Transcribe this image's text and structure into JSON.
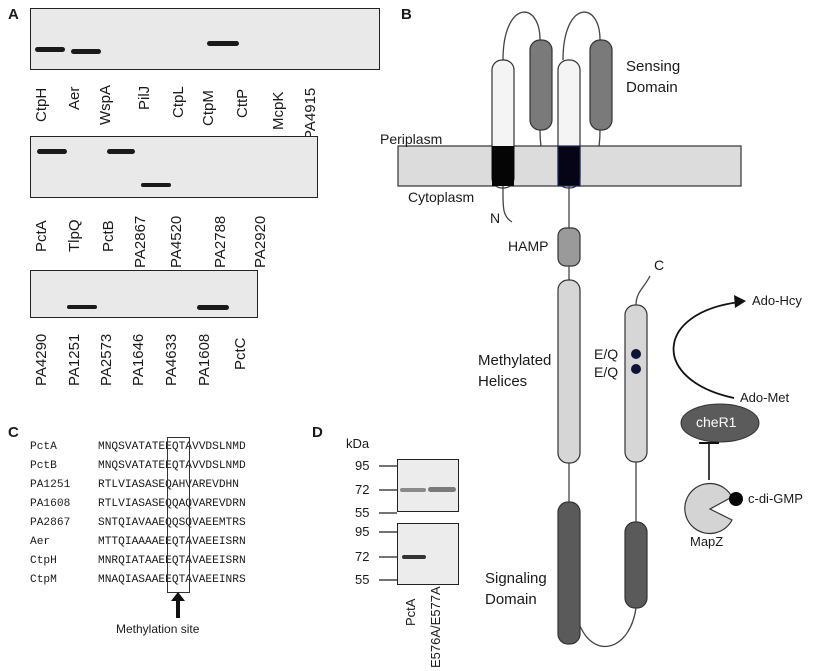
{
  "panels": {
    "A": {
      "letter": "A",
      "gel1_lanes": [
        "CtpH",
        "Aer",
        "WspA",
        "PilJ",
        "CtpL",
        "CtpM",
        "CttP",
        "McpK",
        "PA4915"
      ],
      "gel2_lanes": [
        "PctA",
        "TlpQ",
        "PctB",
        "PA2867",
        "PA4520",
        "PA2788",
        "PA2920"
      ],
      "gel3_lanes": [
        "PA4290",
        "PA1251",
        "PA2573",
        "PA1646",
        "PA4633",
        "PA1608",
        "PctC"
      ]
    },
    "B": {
      "letter": "B",
      "sensing_domain": "Sensing\nDomain",
      "periplasm": "Periplasm",
      "cytoplasm": "Cytoplasm",
      "n_terminus": "N",
      "c_terminus": "C",
      "hamp": "HAMP",
      "methylated_helices": "Methylated\nHelices",
      "eq_top": "E/Q",
      "eq_bottom": "E/Q",
      "ado_hcy": "Ado-Hcy",
      "ado_met": "Ado-Met",
      "cher1": "cheR1",
      "c_di_gmp": "c-di-GMP",
      "mapz": "MapZ",
      "signaling_domain": "Signaling\nDomain"
    },
    "C": {
      "letter": "C",
      "alignment": [
        {
          "name": "PctA",
          "seq": "MNQSVATATEEQTAVVDSLNMD"
        },
        {
          "name": "PctB",
          "seq": "MNQSVATATEEQTAVVDSLNMD"
        },
        {
          "name": "PA1251",
          "seq": "RTLVIASASEQAHVAREVDHN"
        },
        {
          "name": "PA1608",
          "seq": "RTLVIASASEQQAQVAREVDRN"
        },
        {
          "name": "PA2867",
          "seq": "SNTQIAVAAEQQSQVAEEMTRS"
        },
        {
          "name": "Aer",
          "seq": "MTTQIAAAAEEQTAVAEEISRN"
        },
        {
          "name": "CtpH",
          "seq": "MNRQIATAAEEQTAVAEEISRN"
        },
        {
          "name": "CtpM",
          "seq": "MNAQIASAAEEQTAVAEEINRS"
        }
      ],
      "methylation_label": "Methylation site"
    },
    "D": {
      "letter": "D",
      "kda": "kDa",
      "markers_top": [
        "95",
        "72",
        "55"
      ],
      "markers_bottom": [
        "95",
        "72",
        "55"
      ],
      "lanes": [
        "PctA",
        "E576A/E577A"
      ]
    }
  }
}
